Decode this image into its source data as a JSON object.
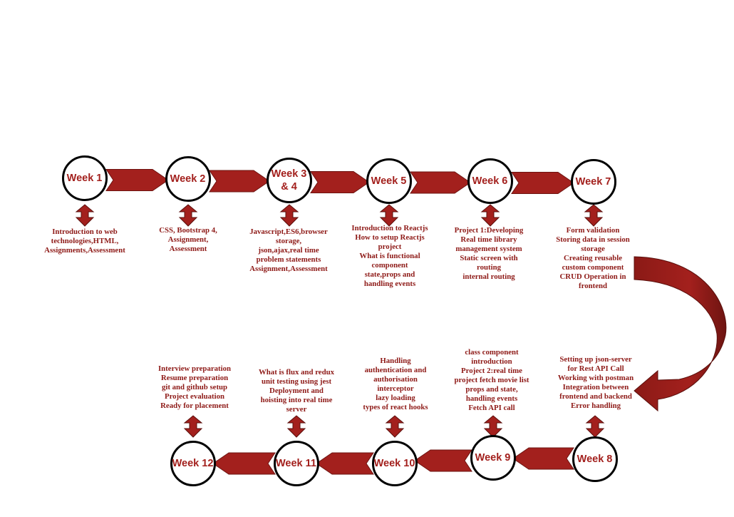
{
  "colors": {
    "accent": "#a3201d",
    "text": "#8e1a17",
    "circle_border": "#000000"
  },
  "weeks": [
    {
      "label": "Week 1",
      "desc": "Introduction to web\ntechnologies,HTML,\nAssignments,Assessment"
    },
    {
      "label": "Week 2",
      "desc": "CSS, Bootstrap 4,\nAssignment,\nAssessment"
    },
    {
      "label": "Week 3\n& 4",
      "desc": "Javascript,ES6,browser\nstorage,\njson,ajax,real time\nproblem statements\nAssignment,Assessment"
    },
    {
      "label": "Week 5",
      "desc": "Introduction to Reactjs\nHow to setup Reactjs\nproject\nWhat is functional\ncomponent\nstate,props and\nhandling events"
    },
    {
      "label": "Week 6",
      "desc": "Project 1:Developing\nReal time library\nmanagement system\nStatic screen with\nrouting\ninternal routing"
    },
    {
      "label": "Week 7",
      "desc": "Form validation\nStoring data in session\nstorage\nCreating reusable\ncustom component\nCRUD Operation in\nfrontend"
    },
    {
      "label": "Week 8",
      "desc": "Setting up json-server\nfor Rest API Call\nWorking with postman\nIntegration between\nfrontend and backend\nError handling"
    },
    {
      "label": "Week 9",
      "desc": "class component\nintroduction\nProject 2:real time\nproject fetch movie list\nprops and state,\nhandling events\nFetch API call"
    },
    {
      "label": "Week 10",
      "desc": "Handling\nauthentication and\nauthorisation\ninterceptor\nlazy loading\ntypes of react hooks"
    },
    {
      "label": "Week 11",
      "desc": "What is flux and redux\nunit testing using jest\nDeployment and\nhoisting into real time\nserver"
    },
    {
      "label": "Week 12",
      "desc": "Interview preparation\nResume preparation\ngit and github setup\nProject evaluation\nReady for placement"
    }
  ]
}
